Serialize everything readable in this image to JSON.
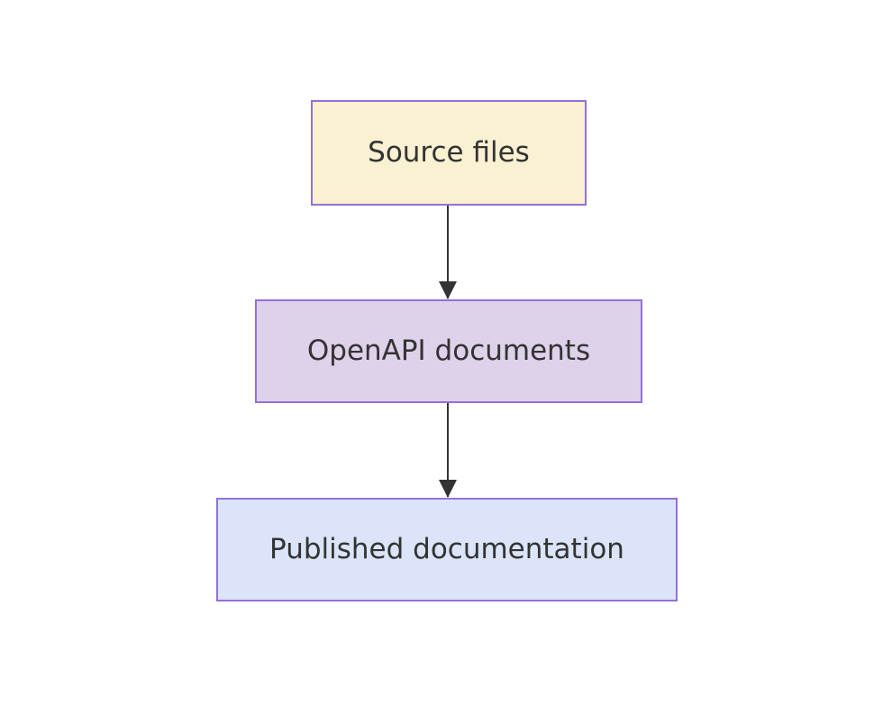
{
  "diagram": {
    "type": "flowchart",
    "direction": "top-down",
    "background_color": "#ffffff",
    "text_color": "#333333",
    "edge_color": "#333333",
    "node_border_color": "#9370db",
    "nodes": [
      {
        "id": "source-files",
        "label": "Source files",
        "fill": "#faf0d2",
        "border": "#9370db"
      },
      {
        "id": "openapi-documents",
        "label": "OpenAPI documents",
        "fill": "#ded2ea",
        "border": "#9370db"
      },
      {
        "id": "published-documentation",
        "label": "Published documentation",
        "fill": "#dbe4f8",
        "border": "#9370db"
      }
    ],
    "edges": [
      {
        "from": "source-files",
        "to": "openapi-documents",
        "style": "solid-arrow"
      },
      {
        "from": "openapi-documents",
        "to": "published-documentation",
        "style": "solid-arrow"
      }
    ]
  }
}
